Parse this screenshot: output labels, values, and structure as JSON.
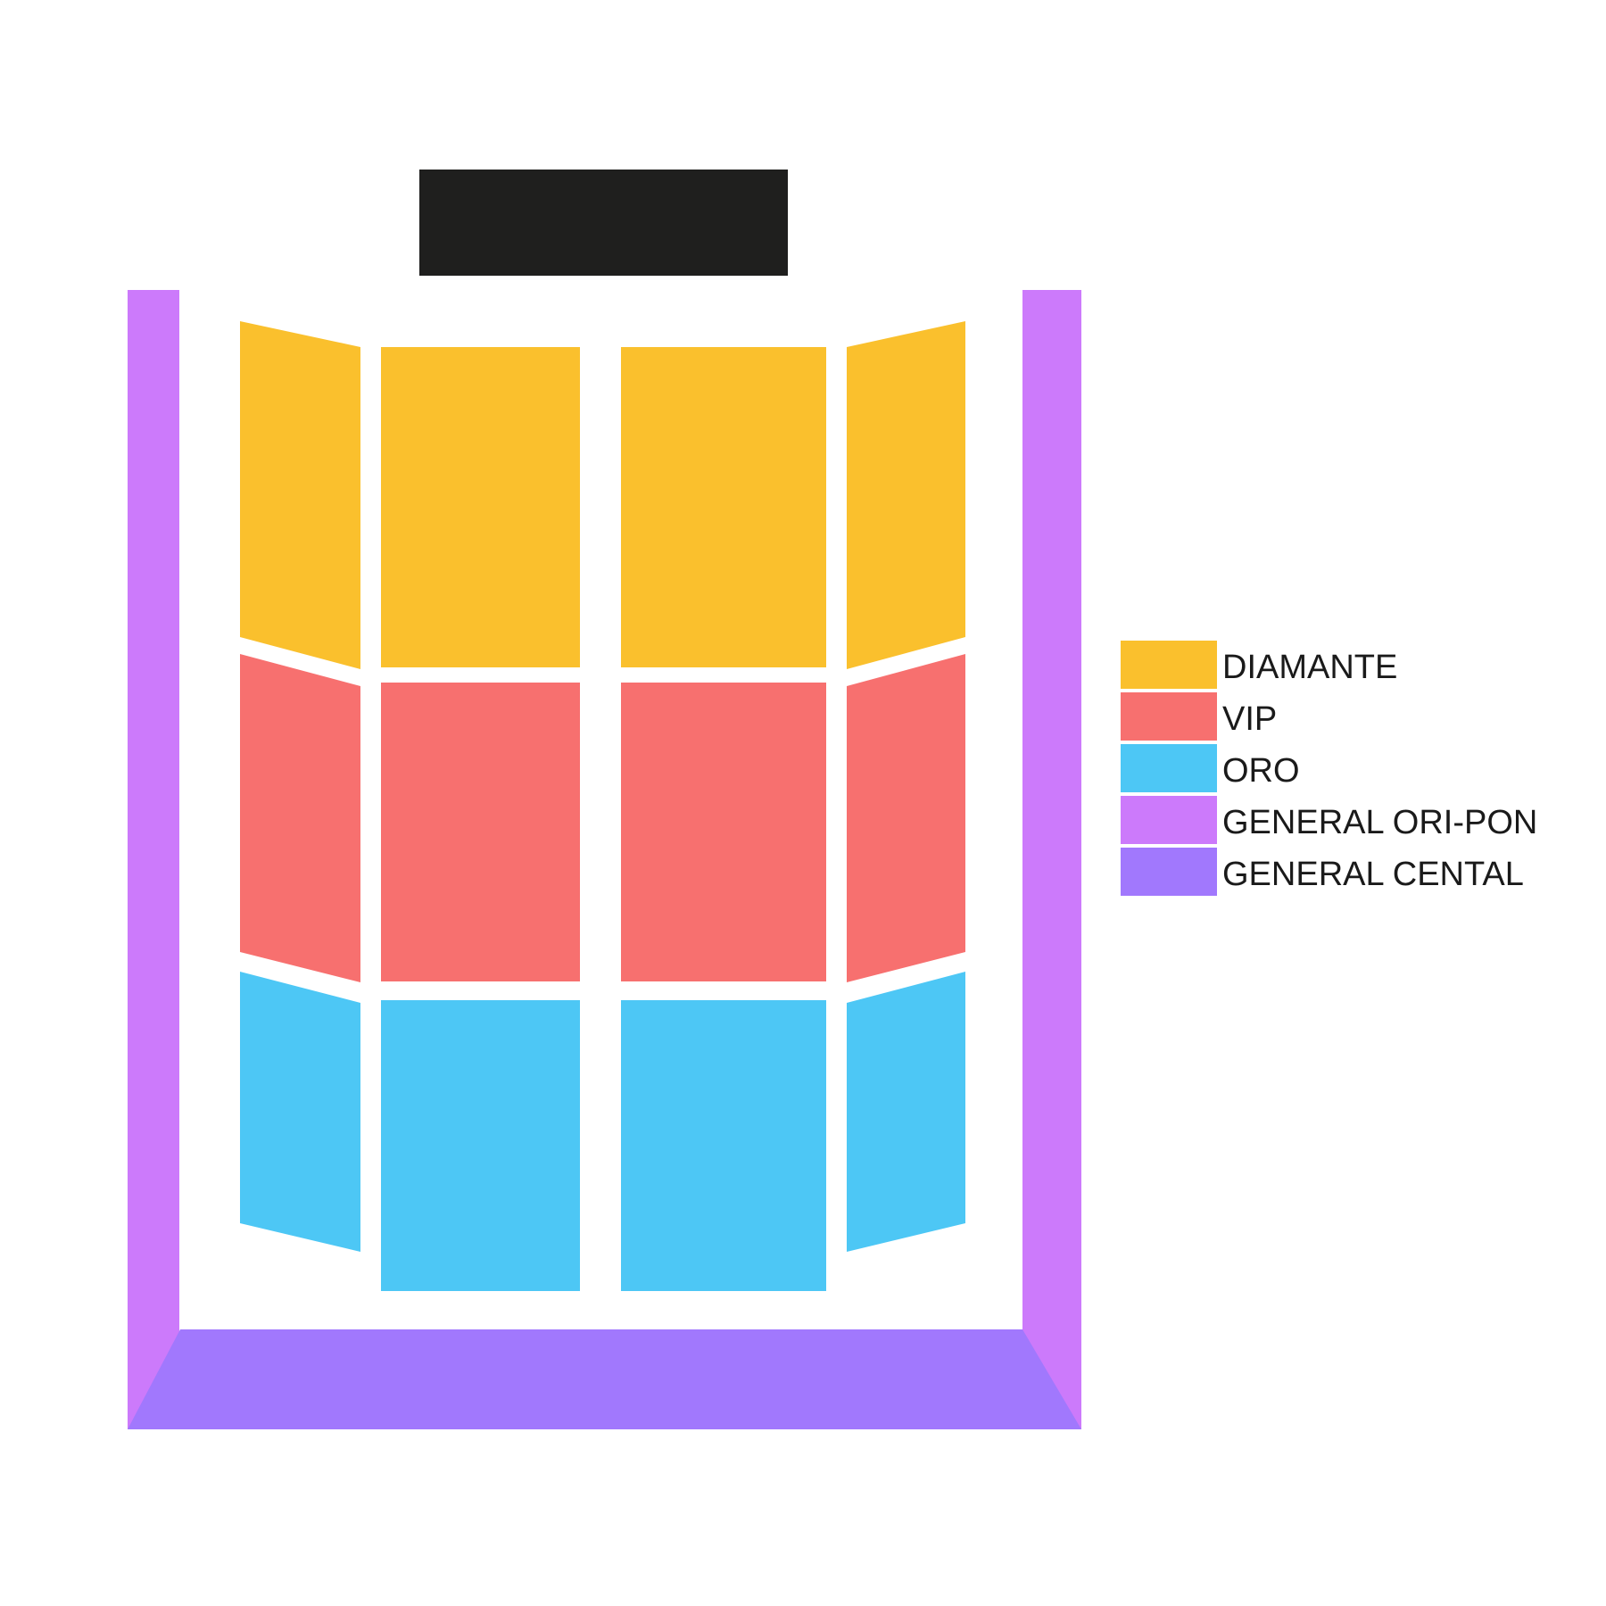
{
  "venue": {
    "stage_label": "",
    "sections": [
      {
        "zone": "diamante",
        "position": "left-wing",
        "row": 1
      },
      {
        "zone": "diamante",
        "position": "center-left",
        "row": 1
      },
      {
        "zone": "diamante",
        "position": "center-right",
        "row": 1
      },
      {
        "zone": "diamante",
        "position": "right-wing",
        "row": 1
      },
      {
        "zone": "vip",
        "position": "left-wing",
        "row": 2
      },
      {
        "zone": "vip",
        "position": "center-left",
        "row": 2
      },
      {
        "zone": "vip",
        "position": "center-right",
        "row": 2
      },
      {
        "zone": "vip",
        "position": "right-wing",
        "row": 2
      },
      {
        "zone": "oro",
        "position": "left-wing",
        "row": 3
      },
      {
        "zone": "oro",
        "position": "center-left",
        "row": 3
      },
      {
        "zone": "oro",
        "position": "center-right",
        "row": 3
      },
      {
        "zone": "oro",
        "position": "right-wing",
        "row": 3
      },
      {
        "zone": "general_ori_pon",
        "position": "left-side",
        "row": 0
      },
      {
        "zone": "general_ori_pon",
        "position": "right-side",
        "row": 0
      },
      {
        "zone": "general_central",
        "position": "rear",
        "row": 4
      }
    ]
  },
  "legend": {
    "items": [
      {
        "key": "diamante",
        "label": "DIAMANTE",
        "color": "#FAC02D"
      },
      {
        "key": "vip",
        "label": "VIP",
        "color": "#F7706F"
      },
      {
        "key": "oro",
        "label": "ORO",
        "color": "#4DC7F5"
      },
      {
        "key": "general_ori_pon",
        "label": "GENERAL ORI-PON",
        "color": "#CC7AFB"
      },
      {
        "key": "general_central",
        "label": "GENERAL CENTAL",
        "color": "#A178FD"
      }
    ]
  },
  "colors": {
    "stage": "#1F1F1E",
    "background": "#FFFFFF"
  }
}
